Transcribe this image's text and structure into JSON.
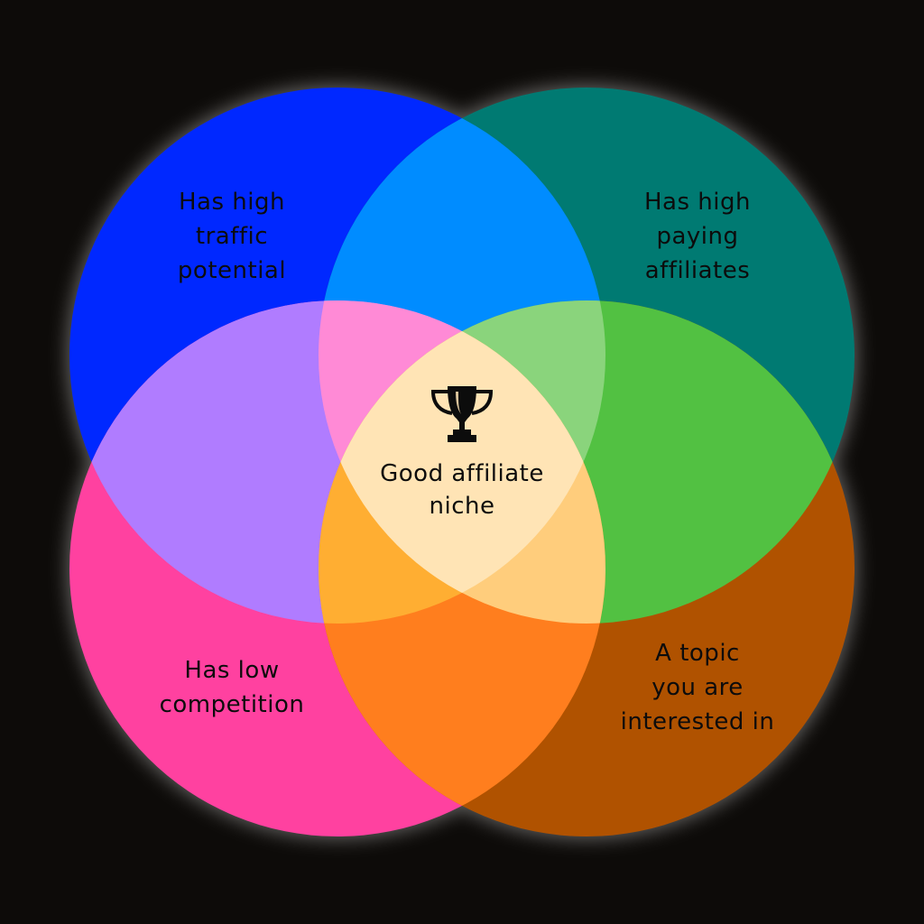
{
  "diagram": {
    "type": "four-set venn",
    "background": "#0d0b09",
    "sets": [
      {
        "id": "traffic",
        "label": "Has high\ntraffic\npotential",
        "color": "#0028ff"
      },
      {
        "id": "affiliates",
        "label": "Has high\npaying\naffiliates",
        "color": "#007a72"
      },
      {
        "id": "competition",
        "label": "Has low\ncompetition",
        "color": "#ff41a0"
      },
      {
        "id": "interest",
        "label": "A topic\nyou are\ninterested in",
        "color": "#b05200"
      }
    ],
    "center": {
      "label": "Good affiliate\nniche",
      "icon": "trophy-icon",
      "color": "#ffe4b5"
    },
    "overlap_colors": {
      "traffic_affiliates": "#008cff",
      "traffic_competition": "#b07cff",
      "affiliates_interest": "#52c142",
      "competition_interest": "#ff7e1e",
      "traffic_affiliates_competition": "#ff8ad6",
      "traffic_affiliates_interest": "#8ad47c",
      "traffic_competition_interest": "#ffae32",
      "affiliates_competition_interest": "#ffcd7c"
    }
  }
}
